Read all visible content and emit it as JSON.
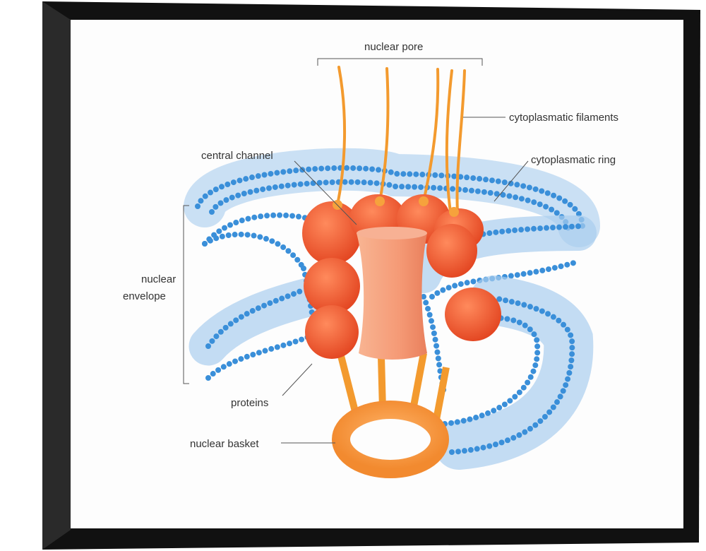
{
  "diagram": {
    "labels": {
      "nuclear_pore": "nuclear pore",
      "cytoplasmatic_filaments": "cytoplasmatic filaments",
      "central_channel": "central channel",
      "cytoplasmatic_ring": "cytoplasmatic ring",
      "nuclear_envelope_line1": "nuclear",
      "nuclear_envelope_line2": "envelope",
      "proteins": "proteins",
      "nuclear_basket": "nuclear basket"
    },
    "colors": {
      "membrane": "#3a8fd9",
      "membrane_tail": "#a9cdee",
      "protein": "#f2623a",
      "filament": "#f39a2e",
      "channel": "#f5a07a",
      "frame": "#111111"
    }
  }
}
